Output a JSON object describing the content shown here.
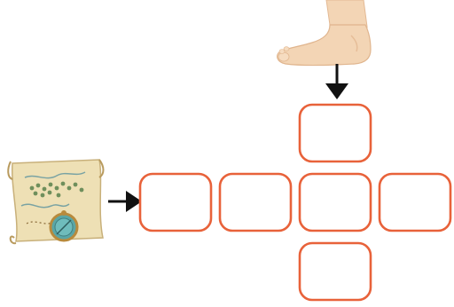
{
  "puzzle": {
    "clue_pictures": [
      {
        "name": "map",
        "icon": "treasure-map-with-compass-icon"
      },
      {
        "name": "foot",
        "icon": "bare-foot-icon"
      }
    ],
    "answer_boxes": {
      "across_count": 4,
      "down_count": 3,
      "shared_count": 1,
      "box_color": "#e8623a"
    },
    "arrow_color": "#111111",
    "background_color": "#ffffff"
  }
}
